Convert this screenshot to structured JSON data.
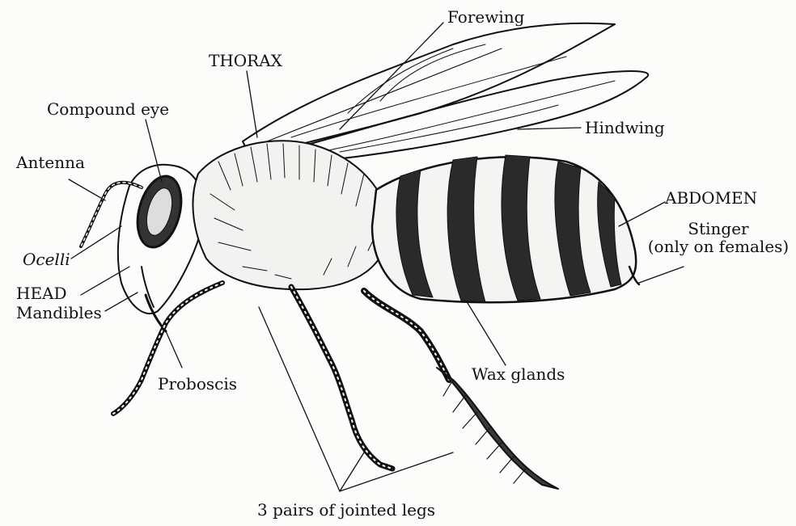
{
  "labels": {
    "forewing": "Forewing",
    "thorax": "THORAX",
    "compound_eye": "Compound eye",
    "hindwing": "Hindwing",
    "antenna": "Antenna",
    "abdomen": "ABDOMEN",
    "stinger_line1": "Stinger",
    "stinger_line2": "(only on females)",
    "ocelli": "Ocelli",
    "head": "HEAD",
    "mandibles": "Mandibles",
    "wax_glands": "Wax glands",
    "proboscis": "Proboscis",
    "legs": "3 pairs of jointed legs"
  },
  "colors": {
    "ink": "#111111",
    "paper": "#fcfcfb",
    "bleed_text": "#cfcfcf"
  }
}
